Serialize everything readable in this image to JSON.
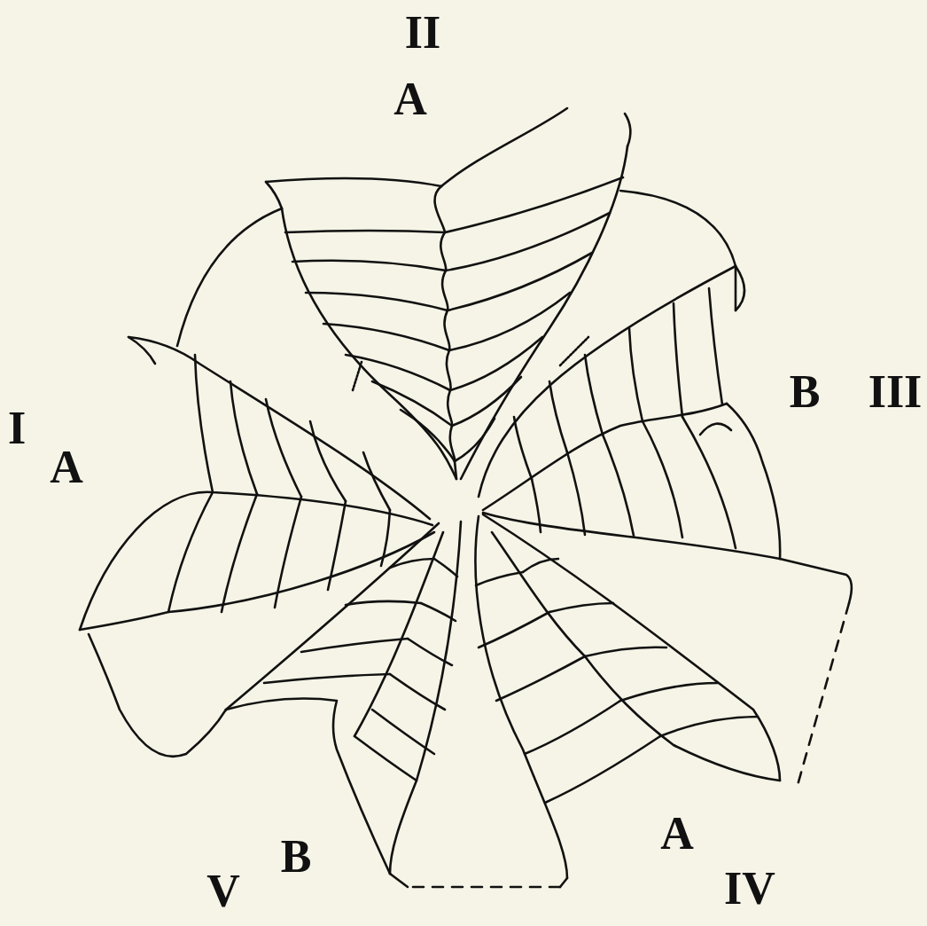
{
  "diagram": {
    "labels": [
      "II",
      "A",
      "B",
      "III",
      "I",
      "A",
      "B",
      "V",
      "A",
      "IV"
    ]
  }
}
